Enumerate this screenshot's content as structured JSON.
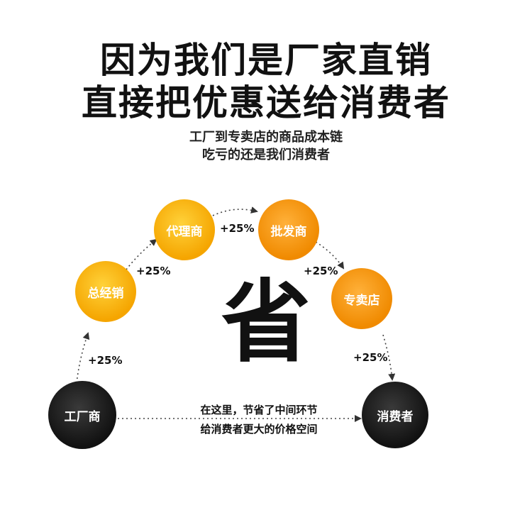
{
  "headline": {
    "line1": "因为我们是厂家直销",
    "line2": "直接把优惠送给消费者"
  },
  "subtitle": {
    "line1": "工厂到专卖店的商品成本链",
    "line2": "吃亏的还是我们消费者"
  },
  "nodes": {
    "factory": "工厂商",
    "general_distributor": "总经销",
    "agent": "代理商",
    "wholesaler": "批发商",
    "store": "专卖店",
    "consumer": "消费者"
  },
  "markups": {
    "factory_to_general": "+25%",
    "general_to_agent": "+25%",
    "agent_to_wholesaler": "+25%",
    "wholesaler_to_store": "+25%",
    "store_to_consumer": "+25%"
  },
  "center_word": "省",
  "saving_note": {
    "line1": "在这里，节省了中间环节",
    "line2": "给消费者更大的价格空间"
  },
  "colors": {
    "dark": "#111111",
    "gold": "#f5a500",
    "orange": "#f08a00"
  }
}
